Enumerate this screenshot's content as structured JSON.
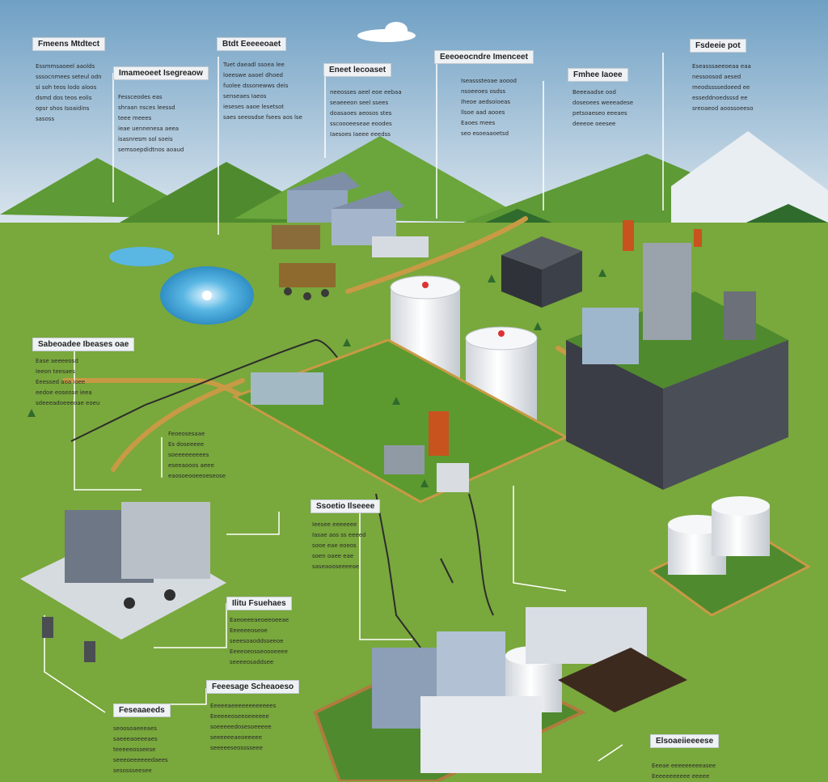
{
  "callouts": [
    {
      "title": "Fmeens Mtdtect",
      "body": "Essmmsaoeel aaolds\nsssocnmees seteul odn\nsi soh teos lodo aloos\ndsmd dos teos eolis\nopsr shos Isoaidins\nsasoss"
    },
    {
      "title": "Imameoeet Isegreaow",
      "body": "Fessceodes eas\nshraan nsces leessd\nteee meees\nieae uennenesa aeea\nisasnresm sol soeis\nsemsoepdidtnos aoaud"
    },
    {
      "title": "Btdt Eeeeeoaet",
      "body": "Tuet daeadl ssoea lee\nloeeswe aaoel dhoed\nfuolee dssonewws deis\nsenseaes Iaeos\nieseses aaoe lesetsot\nsaes seeosdse fsees aos lse"
    },
    {
      "title": "Eneet lecoaset",
      "body": "neeosses aeel eoe eebaa\nseaeeeon seel ssees\ndoasaoes aeosos stes\nsscoooeeseae eoodes\nIaesoes Iaeee eeedss"
    },
    {
      "title": "Eeeoeocndre Imenceet",
      "body": "Iseasssteoae aoood\nnsoeeoes osdss\nIheoe aedsoioeas\nllsoe aad aooes\nEaoes mees\nseo esoeaaoetsd"
    },
    {
      "title": "Fmhee Iaoee",
      "body": "Beeeaadse ood\ndoseoees weeeadese\npetsoaeseo eeeaes\ndeeeoe oeesee"
    },
    {
      "title": "Fsdeeie pot",
      "body": "Eseasssaeeoeaa eaa\nnessoosod aesed\nmeodssssedoeed ee\nesseddnoedsssd ee\nsreoaeod aoossoeeso"
    },
    {
      "title": "Sabeoadee Ibeases oae",
      "body": "Ease aeeeeosd\nIeeon teesaes\nEeessed aoa ioee\needoe eoseose ieea\nsdeeeadoeeeoae eoeu"
    },
    {
      "title": "",
      "body": "Feoeosesaae\nEs doseeeee\nsoeeeeeeeees\neseeaooos aeee\neaosoeooeeoeseose"
    },
    {
      "title": "Ssoetio Ilseeee",
      "body": "Ieesee eeeeeee\nIasae aos ss eeeed\nsooe eae eoeos\nsoen oaee eae\nsaseaooseeeeoe"
    },
    {
      "title": "Ilitu Fsuehaes",
      "body": "Eaeoeeeaeoeeoeeae\nEeeeeeoseoe\nseeesoaoddsseeoe\nEeeeoeosseoooeeee\nseeeeosaddsee"
    },
    {
      "title": "Feseaaeeds",
      "body": "seoosoaeeeaes\nsaeeeaoeeeaes\nteeeeeosseese\nseeeoeeeeeedaees\nsesossseesee"
    },
    {
      "title": "Feeesage Scheaoeso",
      "body": "Eeeeeaeeeeeeeeeeees\nEeeeeeoseeoeeeeee\nsoeeeeedosesoeeeee\nseeeeeeaeoeeeee\nseeeeeseosssseee"
    },
    {
      "title": "Elsoaeiieeeese",
      "body": "Eeeae eeeeeeeeeasee\nEeeeeeeeeee eeeee"
    }
  ],
  "colors": {
    "sky_top": "#6fa0c4",
    "sky_bottom": "#dde7ef",
    "grass": "#79a83c",
    "mountain": "#5e9a35",
    "mountain_dark": "#2f6b2c",
    "path": "#c89a45",
    "water": "#4aa8d8",
    "tank": "#eef0f3",
    "building": "#9aa8b8",
    "dark_block": "#3c4048"
  }
}
